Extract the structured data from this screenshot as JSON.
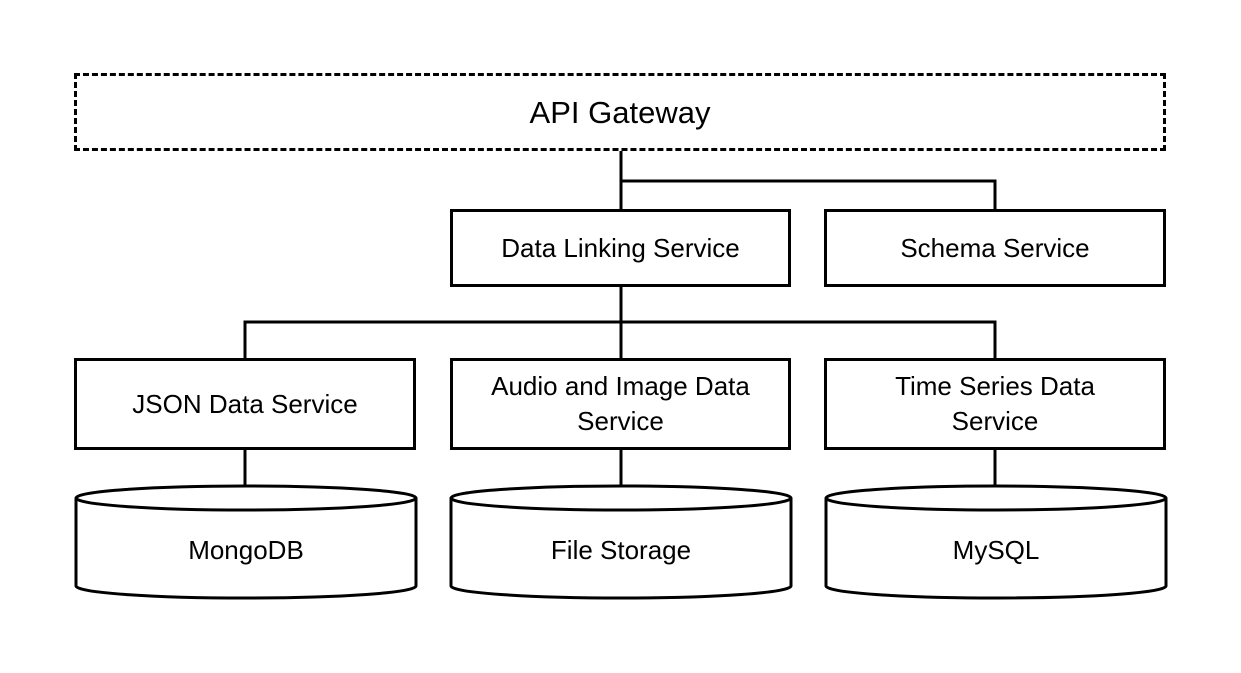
{
  "gateway": {
    "label": "API Gateway"
  },
  "services": {
    "data_linking": "Data Linking Service",
    "schema": "Schema Service",
    "json_data": "JSON Data Service",
    "audio_image_line1": "Audio and Image Data",
    "audio_image_line2": "Service",
    "time_series_line1": "Time Series Data",
    "time_series_line2": "Service"
  },
  "databases": {
    "mongodb": "MongoDB",
    "file_storage": "File Storage",
    "mysql": "MySQL"
  }
}
